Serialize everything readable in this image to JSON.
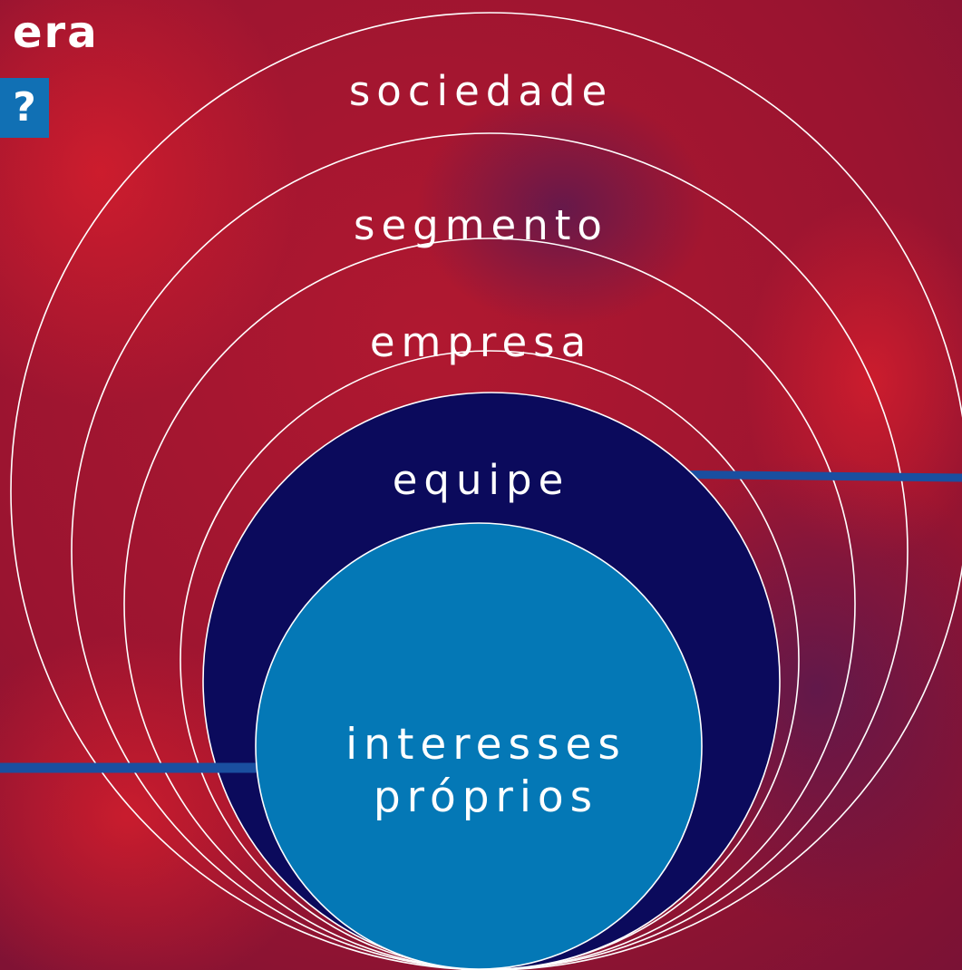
{
  "header": {
    "title_fragment": "era",
    "question_mark": "?"
  },
  "diagram": {
    "rings": [
      {
        "label": "sociedade"
      },
      {
        "label": "segmento"
      },
      {
        "label": "empresa"
      },
      {
        "label": "equipe",
        "fill": "#0b0a5c"
      }
    ],
    "core": {
      "lines": [
        "interesses",
        "próprios"
      ],
      "fill": "#0478b6"
    },
    "colors": {
      "background": "#a8142a",
      "outline": "#ffffff",
      "connector": "#1a4fa0"
    }
  }
}
